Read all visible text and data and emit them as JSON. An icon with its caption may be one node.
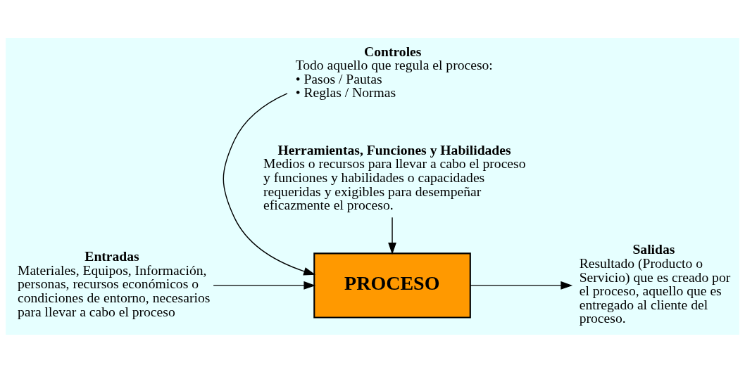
{
  "diagram": {
    "nodes": [
      {
        "text": [
          "Controles",
          "Todo aquello que regula el proceso:",
          "• Pasos / Pautas",
          "• Reglas / Normas"
        ]
      },
      {
        "text": [
          "Entradas",
          "Materiales, Equipos, Información, personas, recursos económicos o condiciones de entorno, necesarios para llevar a cabo el proceso"
        ]
      },
      {
        "text": [
          "PROCESO"
        ]
      },
      {
        "text": [
          "Salidas",
          "Resultado (Producto o Servicio) que es creado por el proceso, aquello que es entregado al cliente del proceso."
        ]
      },
      {
        "text": [
          "Herramientas, Funciones y Habilidades",
          "Medios o recursos para llevar a cabo el proceso y funciones y habilidades o capacidades requeridas y exigibles para desempeñar eficazmente el proceso."
        ]
      }
    ],
    "edges": [
      {
        "from": 1,
        "to": 2,
        "arrow": "to"
      },
      {
        "from": 0,
        "to": 2,
        "arrow": "to"
      },
      {
        "from": 2,
        "to": 3,
        "arrow": "to"
      },
      {
        "from": 4,
        "to": 2,
        "arrow": "to"
      }
    ]
  }
}
